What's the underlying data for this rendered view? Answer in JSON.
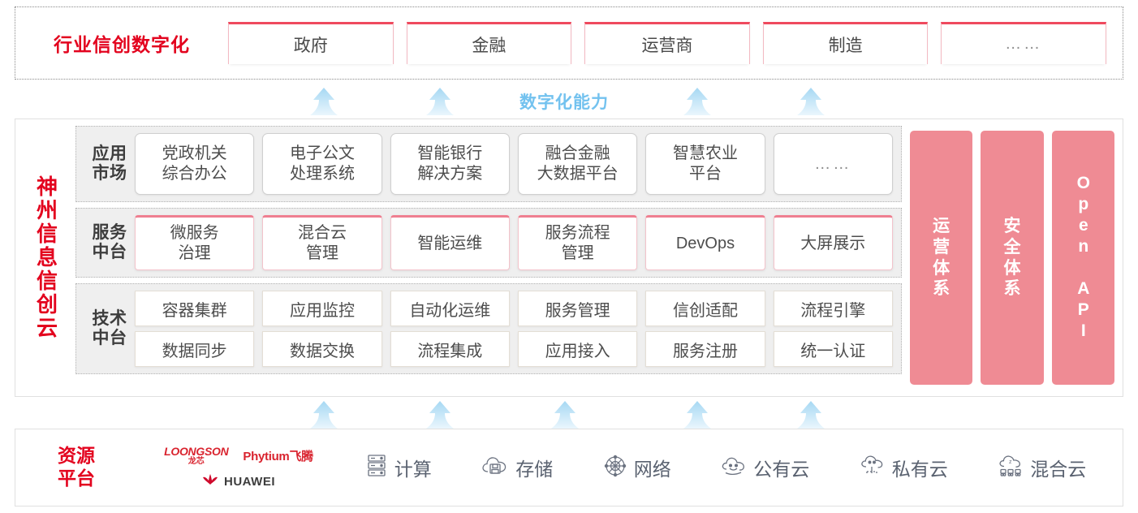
{
  "industry": {
    "title": "行业信创数字化",
    "cards": [
      {
        "label": "政府"
      },
      {
        "label": "金融"
      },
      {
        "label": "运营商"
      },
      {
        "label": "制造"
      },
      {
        "label": "……"
      }
    ]
  },
  "capability": {
    "label": "数字化能力",
    "arrow_count_top": 4,
    "arrow_count_bottom": 5,
    "arrow_color": "#bfe2f7"
  },
  "cloud": {
    "title_chars": [
      "神",
      "州",
      "信",
      "息",
      "信",
      "创",
      "云"
    ],
    "bands": [
      {
        "name": "app-market",
        "label_chars": [
          "应用",
          "市场"
        ],
        "cells": [
          "党政机关\n综合办公",
          "电子公文\n处理系统",
          "智能银行\n解决方案",
          "融合金融\n大数据平台",
          "智慧农业\n平台",
          "……"
        ]
      },
      {
        "name": "service-platform",
        "label_chars": [
          "服务",
          "中台"
        ],
        "cells": [
          "微服务\n治理",
          "混合云\n管理",
          "智能运维",
          "服务流程\n管理",
          "DevOps",
          "大屏展示"
        ]
      },
      {
        "name": "tech-platform",
        "label_chars": [
          "技术",
          "中台"
        ],
        "rows": [
          [
            "容器集群",
            "应用监控",
            "自动化运维",
            "服务管理",
            "信创适配",
            "流程引擎"
          ],
          [
            "数据同步",
            "数据交换",
            "流程集成",
            "应用接入",
            "服务注册",
            "统一认证"
          ]
        ]
      }
    ],
    "pillars": [
      {
        "name": "operations-system",
        "type": "stacked",
        "chars": [
          "运",
          "营",
          "体",
          "系"
        ]
      },
      {
        "name": "security-system",
        "type": "stacked",
        "chars": [
          "安",
          "全",
          "体",
          "系"
        ]
      },
      {
        "name": "open-api",
        "type": "rotated",
        "label": "Open API"
      }
    ]
  },
  "resource": {
    "title_chars": [
      "资源",
      "平台"
    ],
    "vendors": [
      {
        "name": "loongson",
        "en": "LOONGSON",
        "cn": "龙芯"
      },
      {
        "name": "phytium",
        "label": "Phytium飞腾"
      },
      {
        "name": "huawei",
        "label": "HUAWEI"
      }
    ],
    "items": [
      {
        "icon": "server-rack-icon",
        "label": "计算"
      },
      {
        "icon": "cloud-storage-icon",
        "label": "存储"
      },
      {
        "icon": "network-mesh-icon",
        "label": "网络"
      },
      {
        "icon": "public-cloud-icon",
        "label": "公有云"
      },
      {
        "icon": "private-cloud-icon",
        "label": "私有云"
      },
      {
        "icon": "hybrid-cloud-icon",
        "label": "混合云"
      }
    ]
  },
  "colors": {
    "brand_red": "#e3031e",
    "accent_pink": "#ef4a5e",
    "pillar_pink": "#ef8b94",
    "arrow_blue": "#bfe2f7",
    "band_gray": "#efefef"
  }
}
